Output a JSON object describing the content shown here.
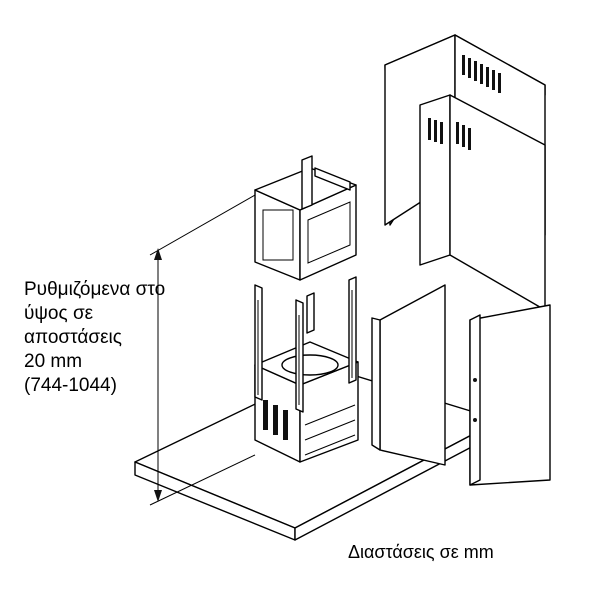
{
  "figure": {
    "adjustable_height_lines": [
      "Ρυθμιζόμενα στο",
      "ύψος σε",
      "αποστάσεις",
      "20 mm",
      "(744-1044)"
    ],
    "dimensions_note": "Διαστάσεις σε mm"
  },
  "icons": {
    "vent_grille": "louver-vent-icon",
    "dimension_arrow": "double-arrow-icon"
  },
  "colors": {
    "line": "#000000",
    "panel_fill": "#f2f2f2",
    "background": "#ffffff"
  }
}
